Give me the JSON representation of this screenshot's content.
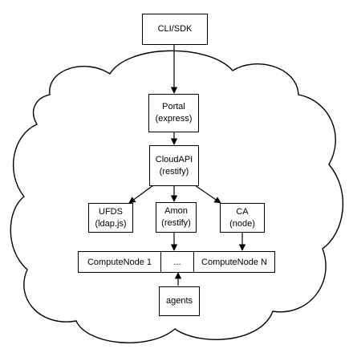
{
  "nodes": {
    "cli": {
      "line1": "CLI/SDK"
    },
    "portal": {
      "line1": "Portal",
      "line2": "(express)"
    },
    "cloudapi": {
      "line1": "CloudAPI",
      "line2": "(restify)"
    },
    "ufds": {
      "line1": "UFDS",
      "line2": "(ldap.js)"
    },
    "amon": {
      "line1": "Amon",
      "line2": "(restify)"
    },
    "ca": {
      "line1": "CA",
      "line2": "(node)"
    },
    "agents": {
      "line1": "agents"
    }
  },
  "compute_row": {
    "left": "ComputeNode 1",
    "middle": "...",
    "right": "ComputeNode N"
  },
  "edges": [
    {
      "from": "cli",
      "to": "portal"
    },
    {
      "from": "portal",
      "to": "cloudapi"
    },
    {
      "from": "cloudapi",
      "to": "ufds"
    },
    {
      "from": "cloudapi",
      "to": "amon"
    },
    {
      "from": "cloudapi",
      "to": "ca"
    },
    {
      "from": "amon",
      "to": "compute"
    },
    {
      "from": "ca",
      "to": "compute"
    },
    {
      "from": "agents",
      "to": "compute"
    }
  ],
  "colors": {
    "stroke": "#000000",
    "fill": "#ffffff",
    "cloud_stroke": "#000000"
  }
}
